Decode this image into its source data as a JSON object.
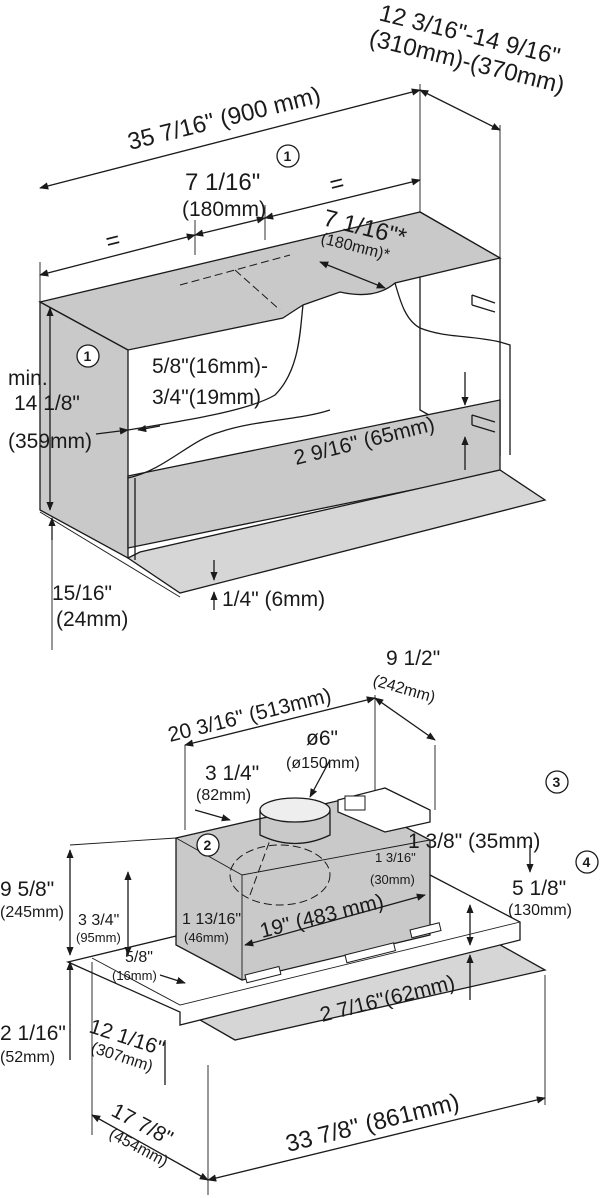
{
  "top_view": {
    "width_total": "35 7/16\" (900 mm)",
    "depth_range_a": "12 3/16\"-14 9/16\"",
    "depth_range_b": "(310mm)-(370mm)",
    "cutout_a": "7 1/16\"",
    "cutout_a_metric": "(180mm)",
    "cutout_b": "7 1/16\"*",
    "cutout_b_metric": "(180mm)*",
    "equal_left": "=",
    "equal_right": "=",
    "min_label": "min.",
    "height_a": "14 1/8\"",
    "height_a_metric": "(359mm)",
    "panel_range_a": "5/8\"(16mm)-",
    "panel_range_b": "3/4\"(19mm)",
    "bracket_gap": "2 9/16\" (65mm)",
    "base_offset": "15/16\"",
    "base_offset_metric": "(24mm)",
    "glass_thk": "1/4\" (6mm)",
    "badge_1a": "1",
    "badge_1b": "1"
  },
  "bottom_view": {
    "body_depth": "20 3/16\" (513mm)",
    "motor_depth": "9 1/2\"",
    "motor_depth_metric": "(242mm)",
    "duct_dia": "ø6\"",
    "duct_dia_metric": "(ø150mm)",
    "offset_a": "3 1/4\"",
    "offset_a_metric": "(82mm)",
    "badge_2": "2",
    "badge_3": "3",
    "badge_4": "4",
    "top_gap": "1 3/8\" (35mm)",
    "small_gap": "1 3/16\"",
    "small_gap_metric": "(30mm)",
    "height_total": "9 5/8\"",
    "height_total_metric": "(245mm)",
    "height_b": "3 3/4\"",
    "height_b_metric": "(95mm)",
    "edge_gap": "1 13/16\"",
    "edge_gap_metric": "(46mm)",
    "body_width": "19\" (483 mm)",
    "right_height": "5 1/8\"",
    "right_height_metric": "(130mm)",
    "frame_thk": "5/8\"",
    "frame_thk_metric": "(16mm)",
    "glass_height": "2 7/16\"(62mm)",
    "glass_offset": "2 1/16\"",
    "glass_offset_metric": "(52mm)",
    "front_depth": "12 1/16\"",
    "front_depth_metric": "(307mm)",
    "overall_depth": "17 7/8\"",
    "overall_depth_metric": "(454mm)",
    "overall_width": "33 7/8\" (861mm)"
  }
}
